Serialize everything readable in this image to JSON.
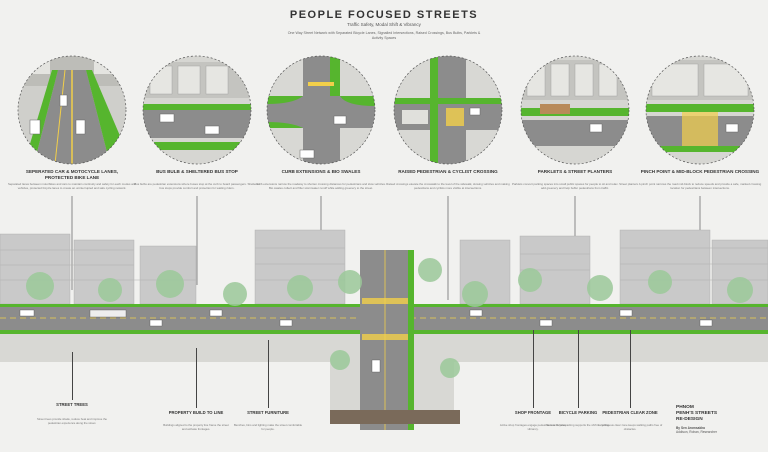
{
  "header": {
    "title": "PEOPLE FOCUSED STREETS",
    "subtitle": "Traffic Safety, Modal Shift & Vibrancy",
    "description": "One Way Street Network with Separated Bicycle Lanes, Signalled Intersections, Raised Crossings, Bus Bulbs, Parklets & Activity Spaces"
  },
  "vignettes": [
    {
      "caption": "SEPERATED CAR & MOTOCYCLE LANES, PROTECTED BIKE LANE",
      "text": "Separated lanes between motorbikes and cars to maintain continuity and safety for each modes and vehicles, protected bicycle lanes to create an uninterrupted and safe cycling network."
    },
    {
      "caption": "BUS BULB & SHELTERED BUS STOP",
      "text": "Bus bulbs are pedestrian extensions where buses stop at the curb to board passengers. Sheltered bus stops provide comfort and protection for waiting riders."
    },
    {
      "caption": "CURB EXTENSIONS & BIO SWALES",
      "text": "Curb extensions narrow the roadway to shorten crossing distances for pedestrians and slow vehicles. Bio swales collect and filter stormwater runoff while adding greenery to the street."
    },
    {
      "caption": "RAISED PEDESTRIAN & CYCLIST CROSSING",
      "text": "Raised crossings elevate the crosswalk to the level of the sidewalk, slowing vehicles and making pedestrians and cyclists more visible at intersections."
    },
    {
      "caption": "PARKLETS & STREET PLANTERS",
      "text": "Parklets convert parking spaces into small public spaces for people to sit and relax. Street planters add greenery and help buffer pedestrians from traffic."
    },
    {
      "caption": "PINCH POINT & MID-BLOCK PEDESTRIAN CROSSING",
      "text": "A pinch point narrows the road mid-block to reduce speeds and provide a safe, marked crossing location for pedestrians between intersections."
    }
  ],
  "labels": [
    {
      "title": "STREET TREES",
      "text": "Street trees provide shade, reduce heat and improve the pedestrian experience along the street."
    },
    {
      "title": "PROPERTY BUILD TO LINE",
      "text": "Buildings aligned to the property line frame the street and activate frontages."
    },
    {
      "title": "STREET FURNITURE",
      "text": "Benches, bins and lighting make the street comfortable for people."
    },
    {
      "title": "SHOP FRONTAGE",
      "text": "Active shop frontages engage pedestrians and create vibrancy."
    },
    {
      "title": "BICYCLE PARKING",
      "text": "Secure bicycle parking supports the shift to cycling."
    },
    {
      "title": "PEDESTRIAN CLEAR ZONE",
      "text": "A continuous clear zone keeps walking paths free of obstacles."
    }
  ],
  "brand": {
    "line1": "PHNOM",
    "line2": "PENH'S STREETS",
    "line3": "RE-DESIGN",
    "author": "By Sen Aromsakha",
    "institution": "Addison, Rohan, Researcher"
  },
  "colors": {
    "green": "#56b52e",
    "road": "#8c8c8c",
    "sidewalk": "#d8d8d4",
    "yellow": "#f2cf4a",
    "tree": "#9cc99a",
    "building": "#c9c9c9"
  }
}
